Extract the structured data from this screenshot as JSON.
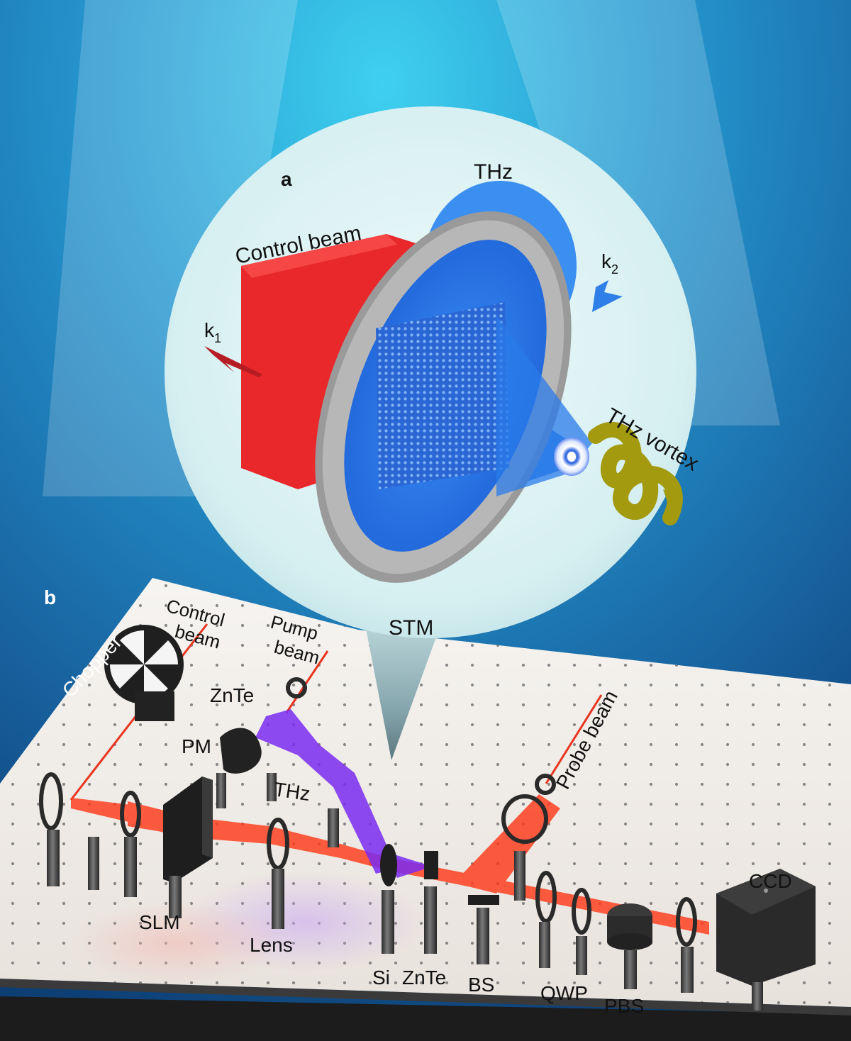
{
  "panel_a": {
    "panel_letter": "a",
    "thz_label": "THz",
    "control_beam_label": "Control beam",
    "k1_label": "k",
    "k1_sub": "1",
    "k2_label": "k",
    "k2_sub": "2",
    "vortex_label": "THz vortex"
  },
  "panel_b": {
    "panel_letter": "b",
    "stm_label": "STM",
    "chopper_label": "Chopper",
    "control_beam_line1": "Control",
    "control_beam_line2": "beam",
    "pump_beam_line1": "Pump",
    "pump_beam_line2": "beam",
    "probe_beam_label": "Probe beam",
    "znte_top_label": "ZnTe",
    "pm_label": "PM",
    "thz_label": "THz",
    "slm_label": "SLM",
    "lens_label": "Lens",
    "si_label": "Si",
    "znte_bottom_label": "ZnTe",
    "bs_label": "BS",
    "qwp_label": "QWP",
    "pbs_label": "PBS",
    "ccd_label": "CCD"
  },
  "colors": {
    "background_blue": "#1f6fb0",
    "bubble": "#d9f1f3",
    "control_beam_red": "#ee2b2b",
    "thz_blue": "#2f7fe8",
    "pump_violet": "#7a2cf0",
    "laser_red": "#ff3a1a",
    "vortex_olive": "#a39a10",
    "table_top": "#f1eeea"
  }
}
